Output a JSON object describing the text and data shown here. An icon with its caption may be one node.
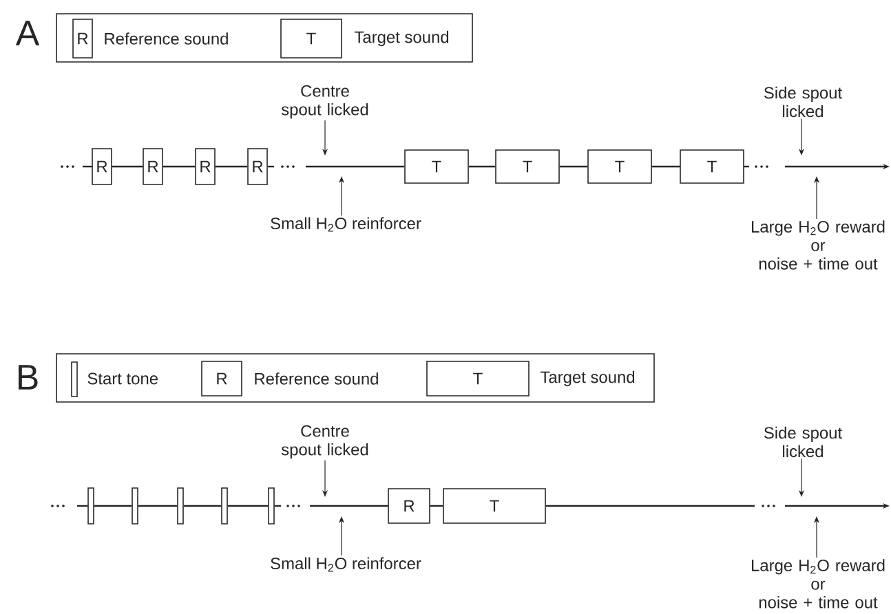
{
  "diagram": {
    "nodes": [
      {
        "text": [
          "Centre spout licked"
        ]
      },
      {
        "text": [
          "Side spout licked"
        ]
      },
      {
        "text": [
          "R"
        ]
      },
      {
        "text": [
          "R"
        ]
      },
      {
        "text": [
          "R"
        ]
      },
      {
        "text": [
          "R"
        ]
      },
      {
        "text": [
          "T"
        ]
      },
      {
        "text": [
          "T"
        ]
      },
      {
        "text": [
          "T"
        ]
      },
      {
        "text": [
          "T"
        ]
      },
      {
        "text": [
          "Small H$_{2}$O reinforcer"
        ]
      },
      {
        "text": [
          "Large H$_{2}$O reward or noise + time out"
        ]
      },
      {
        "text": [
          "Centre spout licked"
        ]
      },
      {
        "text": [
          "Side spout licked"
        ]
      },
      {
        "text": [],
        "shape": "bar"
      },
      {
        "text": [],
        "shape": "bar"
      },
      {
        "text": [],
        "shape": "bar"
      },
      {
        "text": [],
        "shape": "bar"
      },
      {
        "text": [],
        "shape": "bar"
      },
      {
        "text": [
          "R"
        ]
      },
      {
        "text": [
          "T"
        ]
      },
      {
        "text": [
          "Small H$_{2}$O reinforcer"
        ]
      },
      {
        "text": [
          "Large H$_{2}$O reward or noise + time out"
        ]
      }
    ],
    "edges": [
      {
        "from": null,
        "to": 2,
        "arrow": "none"
      },
      {
        "from": 2,
        "to": 3,
        "arrow": "none"
      },
      {
        "from": 3,
        "to": 4,
        "arrow": "none"
      },
      {
        "from": 4,
        "to": 5,
        "arrow": "none"
      },
      {
        "from": 5,
        "to": null,
        "arrow": "none"
      },
      {
        "from": null,
        "to": 6,
        "arrow": "none"
      },
      {
        "from": 6,
        "to": 7,
        "arrow": "none"
      },
      {
        "from": 7,
        "to": 8,
        "arrow": "none"
      },
      {
        "from": 8,
        "to": 9,
        "arrow": "none"
      },
      {
        "from": 9,
        "to": null,
        "arrow": "none"
      },
      {
        "from": 0,
        "to": null,
        "arrow": "to"
      },
      {
        "from": 1,
        "to": null,
        "arrow": "to"
      },
      {
        "from": 10,
        "to": null,
        "arrow": "to"
      },
      {
        "from": 11,
        "to": null,
        "arrow": "to"
      },
      {
        "from": null,
        "to": 14,
        "arrow": "none"
      },
      {
        "from": 14,
        "to": 15,
        "arrow": "none"
      },
      {
        "from": 15,
        "to": 16,
        "arrow": "none"
      },
      {
        "from": 16,
        "to": 17,
        "arrow": "none"
      },
      {
        "from": 17,
        "to": 18,
        "arrow": "none"
      },
      {
        "from": 18,
        "to": null,
        "arrow": "none"
      },
      {
        "from": null,
        "to": 19,
        "arrow": "none"
      },
      {
        "from": 19,
        "to": 20,
        "arrow": "none"
      },
      {
        "from": 20,
        "to": null,
        "arrow": "none"
      },
      {
        "from": 12,
        "to": null,
        "arrow": "to"
      },
      {
        "from": 13,
        "to": null,
        "arrow": "to"
      },
      {
        "from": 21,
        "to": null,
        "arrow": "to"
      },
      {
        "from": 22,
        "to": null,
        "arrow": "to"
      }
    ],
    "labels": [
      "A",
      "R",
      "T",
      "B",
      "R",
      "T"
    ],
    "legend": [
      {
        "text": "Reference sound"
      },
      {
        "text": "Target sound"
      },
      {
        "text": "Start tone"
      },
      {
        "text": "Reference sound"
      },
      {
        "text": "Target sound"
      }
    ]
  }
}
